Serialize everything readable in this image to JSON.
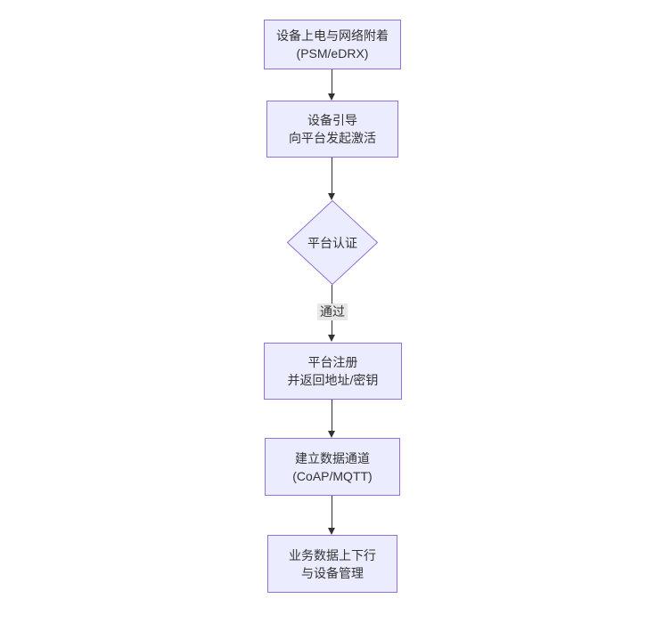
{
  "diagram": {
    "type": "flowchart",
    "direction": "top-down",
    "background": "#ffffff",
    "colors": {
      "node_fill": "#ECECFF",
      "node_border": "#9370DB",
      "node_text": "#333333",
      "edge_line": "#333333",
      "edge_label_bg": "#e8e8e8"
    },
    "nodes": [
      {
        "shape": "rect",
        "lines": [
          "设备上电与网络附着",
          "(PSM/eDRX)"
        ]
      },
      {
        "shape": "rect",
        "lines": [
          "设备引导",
          "向平台发起激活"
        ]
      },
      {
        "shape": "diamond",
        "lines": [
          "平台认证"
        ]
      },
      {
        "shape": "rect",
        "lines": [
          "平台注册",
          "并返回地址/密钥"
        ]
      },
      {
        "shape": "rect",
        "lines": [
          "建立数据通道",
          "(CoAP/MQTT)"
        ]
      },
      {
        "shape": "rect",
        "lines": [
          "业务数据上下行",
          "与设备管理"
        ]
      }
    ],
    "edges": [
      {
        "from": 0,
        "to": 1,
        "label": ""
      },
      {
        "from": 1,
        "to": 2,
        "label": ""
      },
      {
        "from": 2,
        "to": 3,
        "label": "通过"
      },
      {
        "from": 3,
        "to": 4,
        "label": ""
      },
      {
        "from": 4,
        "to": 5,
        "label": ""
      }
    ]
  }
}
